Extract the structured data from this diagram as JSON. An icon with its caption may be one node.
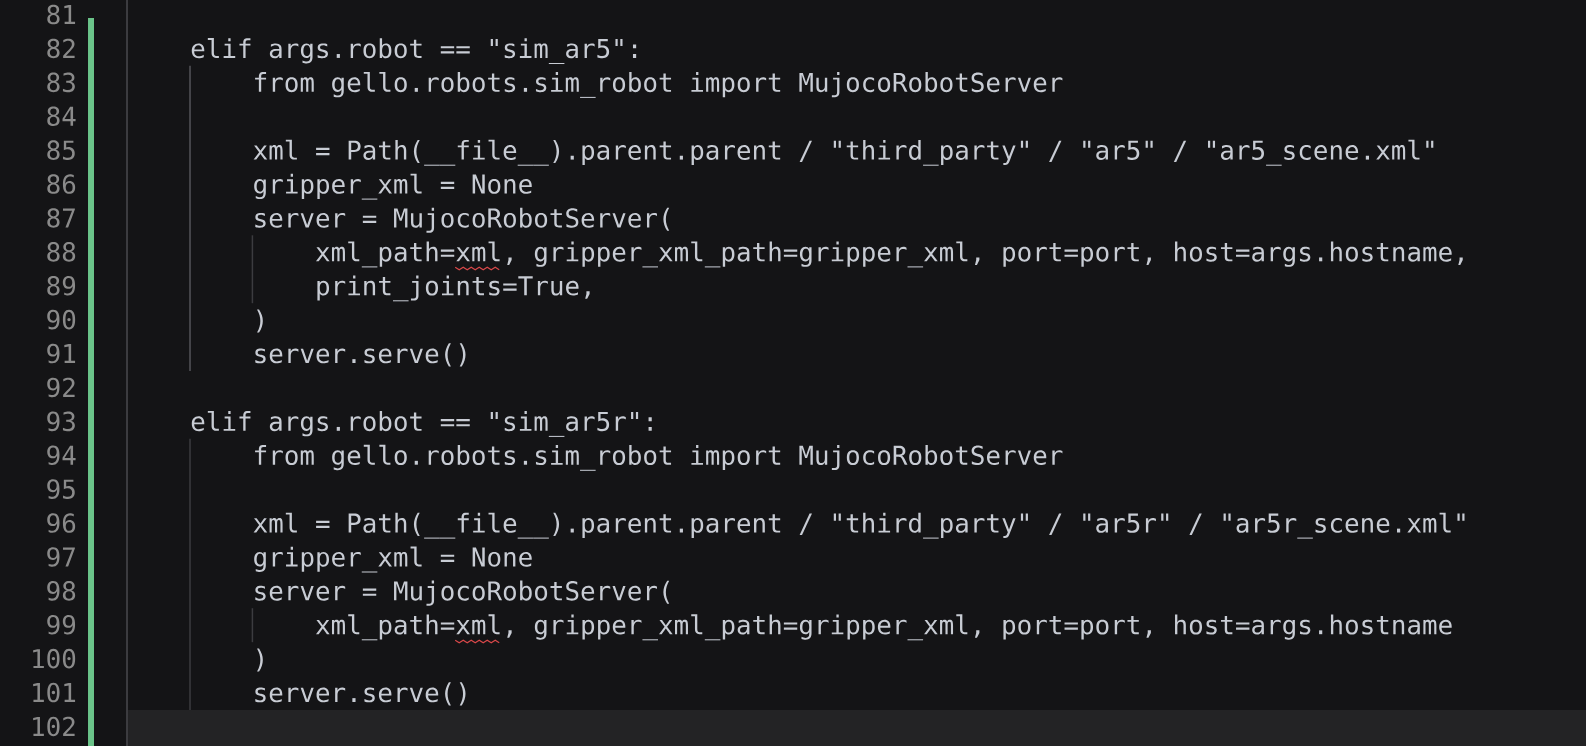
{
  "diagram": {
    "labels": [
      "81",
      "82",
      "elif args.robot == \"sim_ar5\":",
      "83",
      "from gello.robots.sim_robot import MujocoRobotServer",
      "84",
      "85",
      "xml = Path(__file__).parent.parent / \"third_party\" / \"ar5\" / \"ar5_scene.xml\"",
      "86",
      "gripper_xml = None",
      "87",
      "server = MujocoRobotServer(",
      "88",
      "xml_path=xml, gripper_xml_path=gripper_xml, port=port, host=args.hostname,",
      "89",
      "print_joints=True,",
      "90",
      ")",
      "91",
      "server.serve()",
      "92",
      "93",
      "elif args.robot == \"sim_ar5r\":",
      "94",
      "from gello.robots.sim_robot import MujocoRobotServer",
      "95",
      "96",
      "xml = Path(__file__).parent.parent / \"third_party\" / \"ar5r\" / \"ar5r_scene.xml\"",
      "97",
      "gripper_xml = None",
      "98",
      "server = MujocoRobotServer(",
      "99",
      "xml_path=xml, gripper_xml_path=gripper_xml, port=port, host=args.hostname",
      "100",
      ")",
      "101",
      "server.serve()",
      "102"
    ]
  }
}
